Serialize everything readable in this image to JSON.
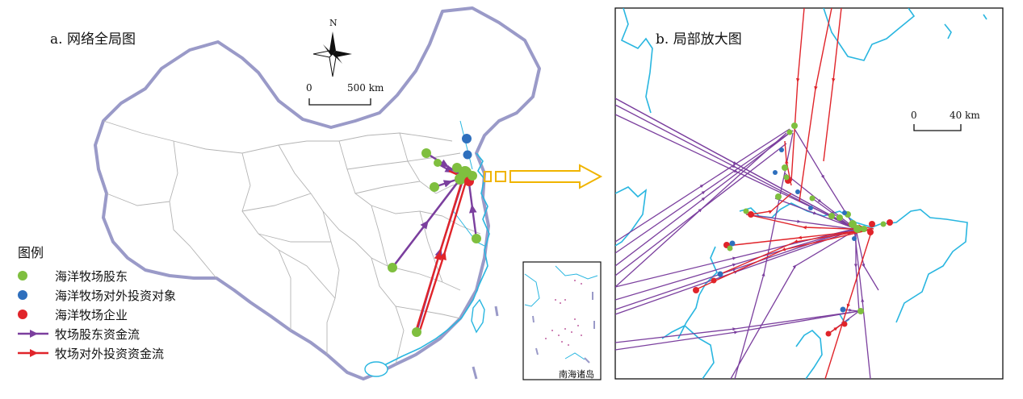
{
  "panel_a": {
    "title": "a. 网络全局图",
    "north": "N",
    "scale_zero": "0",
    "scale_max": "500 km",
    "inset_label": "南海诸岛"
  },
  "panel_b": {
    "title": "b. 局部放大图",
    "scale_zero": "0",
    "scale_max": "40 km"
  },
  "legend": {
    "title": "图例",
    "items": [
      {
        "label": "海洋牧场股东",
        "symbol": "dot",
        "color": "#7fbf3f"
      },
      {
        "label": "海洋牧场对外投资对象",
        "symbol": "dot",
        "color": "#2e6fbd"
      },
      {
        "label": "海洋牧场企业",
        "symbol": "dot",
        "color": "#e0242a"
      },
      {
        "label": "牧场股东资金流",
        "symbol": "arrow",
        "color": "#7b3f9e"
      },
      {
        "label": "牧场对外投资资金流",
        "symbol": "arrow",
        "color": "#e0242a"
      }
    ]
  },
  "colors": {
    "shareholder": "#7fbf3f",
    "investee": "#2e6fbd",
    "enterprise": "#e0242a",
    "shareholder_flow": "#7b3f9e",
    "investment_flow": "#e0242a",
    "coast": "#29b6e0",
    "border": "#9a9ac8",
    "province": "#b4b4b4",
    "zoom_arrow": "#f0b400"
  }
}
